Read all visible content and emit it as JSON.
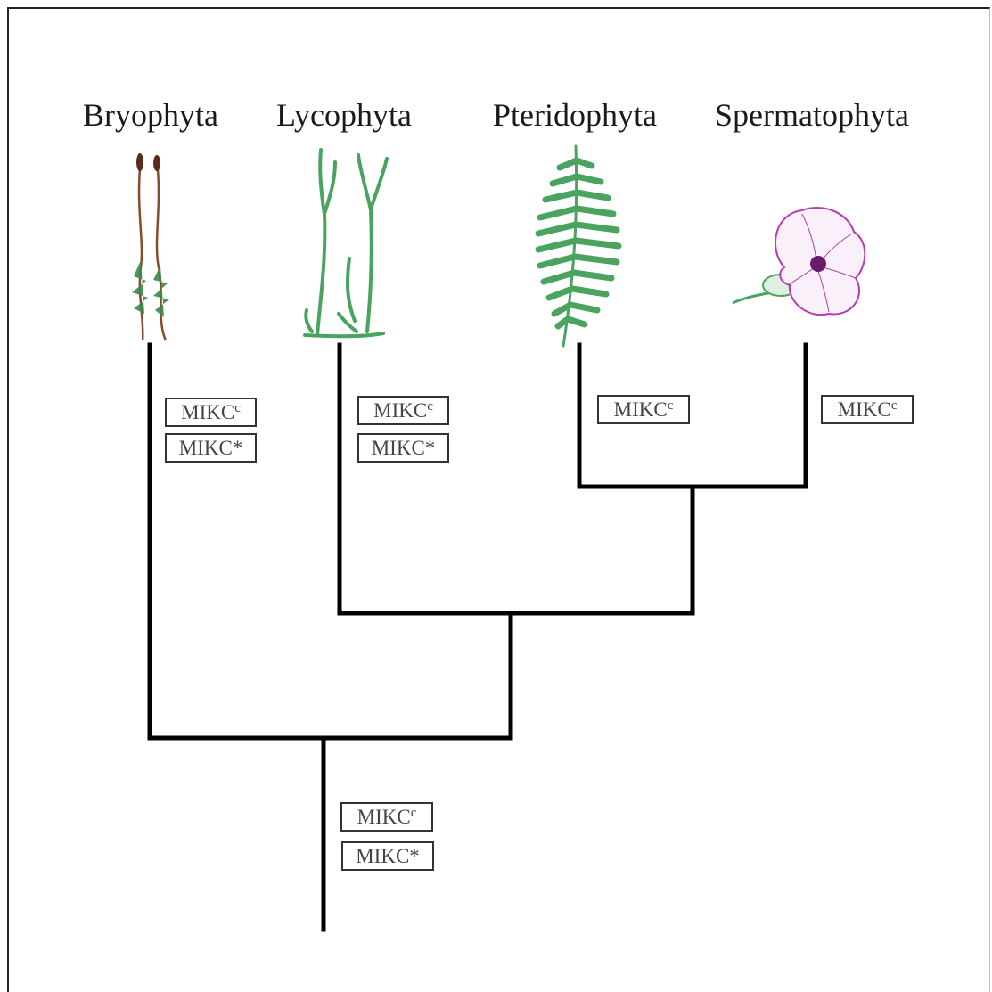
{
  "taxa": {
    "bryophyta": "Bryophyta",
    "lycophyta": "Lycophyta",
    "pteridophyta": "Pteridophyta",
    "spermatophyta": "Spermatophyta"
  },
  "tags": {
    "mikc_base": "MIKC",
    "mikc_c_sup": "c",
    "mikc_star": "MIKC*"
  },
  "icons": {
    "bryophyta": "moss-icon",
    "lycophyta": "clubmoss-icon",
    "pteridophyta": "fern-frond-icon",
    "spermatophyta": "flower-icon"
  },
  "colors": {
    "tree_line": "#000000",
    "moss_green": "#3a8a4a",
    "moss_stalk": "#8b4a2b",
    "plant_green": "#4aa35e",
    "flower_magenta": "#b43cb4"
  }
}
